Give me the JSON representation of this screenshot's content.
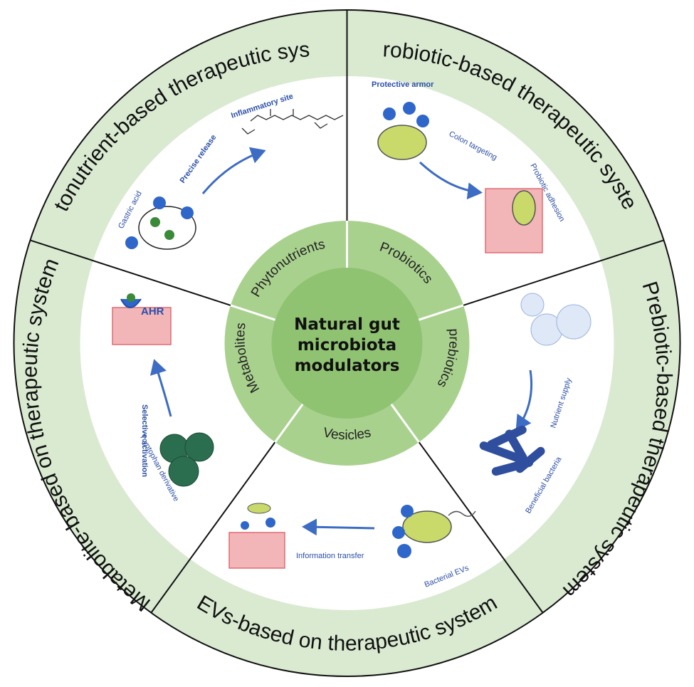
{
  "center": {
    "line1": "Natural gut",
    "line2": "microbiota",
    "line3": "modulators"
  },
  "inner_ring": {
    "phytonutrients": "Phytonutrients",
    "probiotics": "Probiotics",
    "prebiotics": "prebiotics",
    "vesicles": "Vesicles",
    "metabolites": "Metabolites"
  },
  "outer_ring": {
    "phytonutrient_system": "Phytonutrient-based therapeutic system",
    "probiotic_system": "Probiotic-based therapeutic system",
    "prebiotic_system": "Prebiotic-based therapeutic system",
    "evs_system": "EVs-based on therapeutic system",
    "metabolite_system": "Metabolite-based on therapeutic system"
  },
  "panels": {
    "phytonutrient": {
      "gastric_acid": "Gastric acid",
      "precise_release": "Precise release",
      "inflammatory_site": "Inflammatory site"
    },
    "probiotic": {
      "protective_armor": "Protective armor",
      "colon_targeting": "Colon targeting",
      "probiotic_adhesion": "Probiotic adhesion"
    },
    "prebiotic": {
      "nutrient_supply": "Nutrient supply",
      "beneficial_bacteria": "Beneficial bacteria"
    },
    "evs": {
      "information_transfer": "Information transfer",
      "bacterial_evs": "Bacterial EVs"
    },
    "metabolite": {
      "ahr": "AHR",
      "selective_activation": "Selective activation",
      "tryptophan_derivative": "Tryptophan derivative"
    }
  },
  "colors": {
    "ring_green": "#d9ead1",
    "inner_green": "#a9d18e",
    "center_green": "#8fc372",
    "line": "#111111",
    "arrow_blue": "#3d6cc4",
    "label_blue": "#2a4fa8",
    "tissue_red": "#e06c74"
  }
}
